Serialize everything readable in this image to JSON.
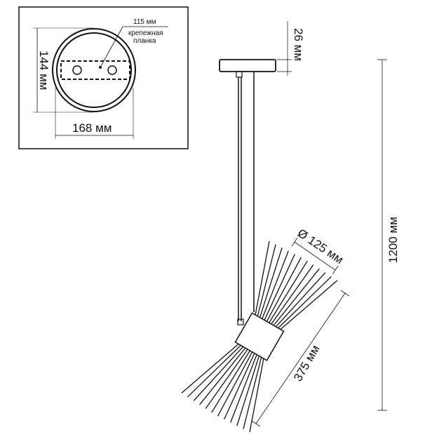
{
  "inset": {
    "mount_plate_size": "115 мм",
    "mount_plate_label_line1": "крепежная",
    "mount_plate_label_line2": "планка",
    "canopy_height_dim": "144 мм",
    "canopy_width_dim": "168 мм"
  },
  "main": {
    "canopy_thickness_dim": "26 мм",
    "total_height_dim": "1200 мм",
    "shade_diameter_dim": "Ø 125 мм",
    "lamp_length_dim": "375 мм"
  },
  "colors": {
    "line": "#111111",
    "background": "#ffffff"
  }
}
